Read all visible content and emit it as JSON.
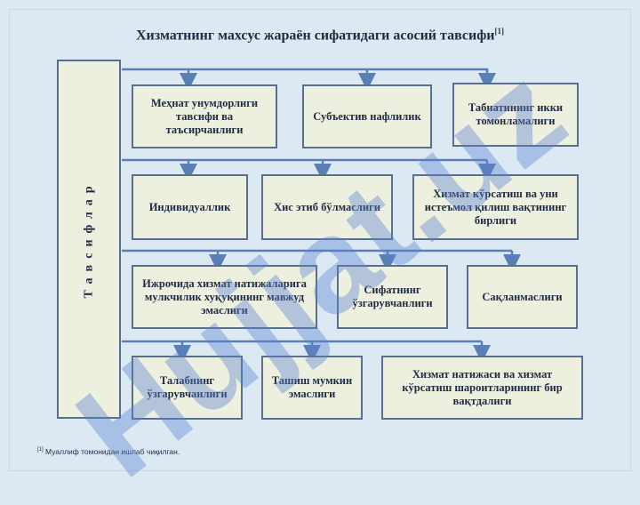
{
  "title": "Хизматнинг махсус жараён сифатидаги асосий тавсифи",
  "title_ref": "[1]",
  "side_label": "Тавсифлар",
  "watermark": "Hujjat.uz",
  "boxes": [
    {
      "id": "b1",
      "text": "Меҳнат унумдорлиги тавсифи ва таъсирчанлиги"
    },
    {
      "id": "b2",
      "text": "Субъектив нафлилик"
    },
    {
      "id": "b3",
      "text": "Табиатининг икки томонламалиги"
    },
    {
      "id": "b4",
      "text": "Индивидуаллик"
    },
    {
      "id": "b5",
      "text": "Хис этиб бўлмаслиги"
    },
    {
      "id": "b6",
      "text": "Хизмат кўрсатиш ва уни истеъмол қилиш вақтининг бирлиги"
    },
    {
      "id": "b7",
      "text": "Ижрочида хизмат натижаларига мулкчилик хуқуқининг мавжуд эмаслиги"
    },
    {
      "id": "b8",
      "text": "Сифатнинг ўзгарувчанлиги"
    },
    {
      "id": "b9",
      "text": "Сақланмаслиги"
    },
    {
      "id": "b10",
      "text": "Талабнинг ўзгарувчанлиги"
    },
    {
      "id": "b11",
      "text": "Ташиш мумкин эмаслиги"
    },
    {
      "id": "b12",
      "text": "Хизмат натижаси ва хизмат кўрсатиш шароитларининг бир вақтдалиги"
    }
  ],
  "footnote_ref": "[1]",
  "footnote": "Муаллиф томонидан ишлаб чиқилган.",
  "colors": {
    "box_fill": "#eef0df",
    "box_border": "#5a6f8e",
    "connector": "#5a7fb5"
  }
}
